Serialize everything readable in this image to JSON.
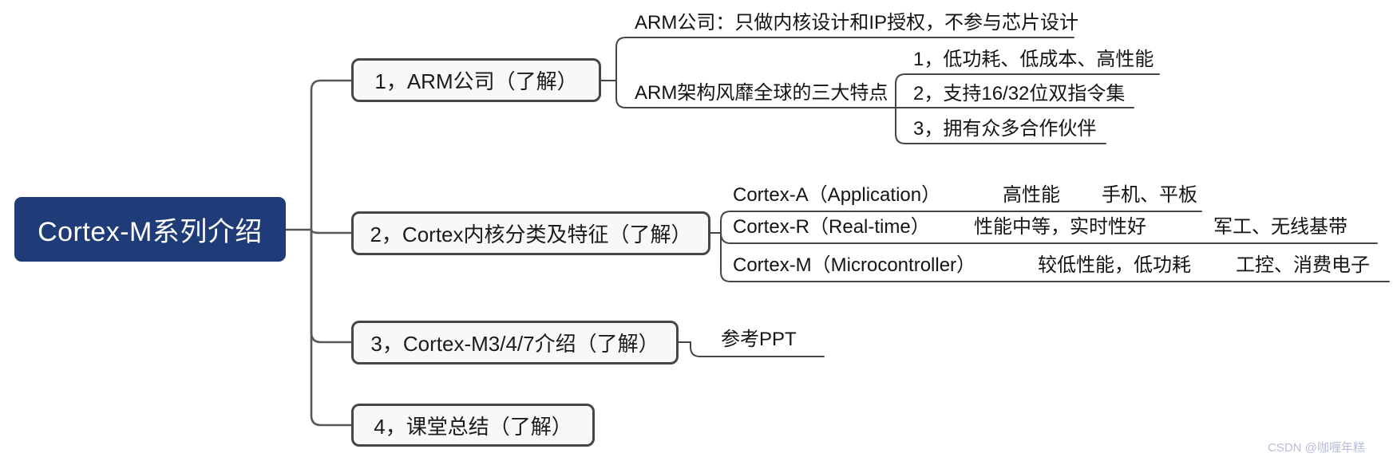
{
  "root": {
    "label": "Cortex-M系列介绍"
  },
  "branches": [
    {
      "label": "1，ARM公司（了解）"
    },
    {
      "label": "2，Cortex内核分类及特征（了解）"
    },
    {
      "label": "3，Cortex-M3/4/7介绍（了解）"
    },
    {
      "label": "4，课堂总结（了解）"
    }
  ],
  "arm": {
    "fact": "ARM公司：只做内核设计和IP授权，不参与芯片设计",
    "features_title": "ARM架构风靡全球的三大特点",
    "features": [
      "1，低功耗、低成本、高性能",
      "2，支持16/32位双指令集",
      "3，拥有众多合作伙伴"
    ]
  },
  "cortex_rows": [
    {
      "name": "Cortex-A（Application）",
      "perf": "高性能",
      "apps": "手机、平板"
    },
    {
      "name": "Cortex-R（Real-time）",
      "perf": "性能中等，实时性好",
      "apps": "军工、无线基带"
    },
    {
      "name": "Cortex-M（Microcontroller）",
      "perf": "较低性能，低功耗",
      "apps": "工控、消费电子"
    }
  ],
  "m347": {
    "ref": "参考PPT"
  },
  "watermark": "CSDN @咖喱年糕",
  "colors": {
    "root_bg": "#1f3c78",
    "root_text": "#ffffff",
    "branch_border": "#464646",
    "branch_bg": "#f8f8f8",
    "connector": "#57585a",
    "watermark_text": "#b9bdd6",
    "background": "#ffffff"
  }
}
